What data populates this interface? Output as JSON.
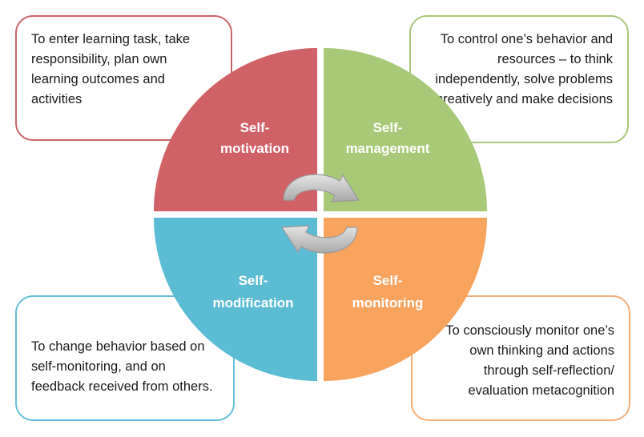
{
  "diagram": {
    "quadrants": [
      {
        "id": "top-left",
        "label_lines": [
          "Self-",
          "motivation"
        ],
        "color": "#d06166"
      },
      {
        "id": "top-right",
        "label_lines": [
          "Self-",
          "management"
        ],
        "color": "#a7c978"
      },
      {
        "id": "bottom-left",
        "label_lines": [
          "Self-",
          "modification"
        ],
        "color": "#5bbcd3"
      },
      {
        "id": "bottom-right",
        "label_lines": [
          "Self-",
          "monitoring"
        ],
        "color": "#f9a45e"
      }
    ],
    "descriptions": {
      "top_left": "To enter learning task, take responsibility, plan own learning outcomes and activities",
      "top_right": "To control one’s behavior and resources – to think independently, solve problems creatively and make decisions",
      "bottom_left": "To change behavior based on self-monitoring, and on feedback received from others.",
      "bottom_right": "To consciously monitor one’s own thinking and actions through self-reflection/ evaluation metacognition"
    },
    "cycle_arrows": {
      "color": "#b8b8b8",
      "icon": "cycle-arrows-icon"
    }
  }
}
